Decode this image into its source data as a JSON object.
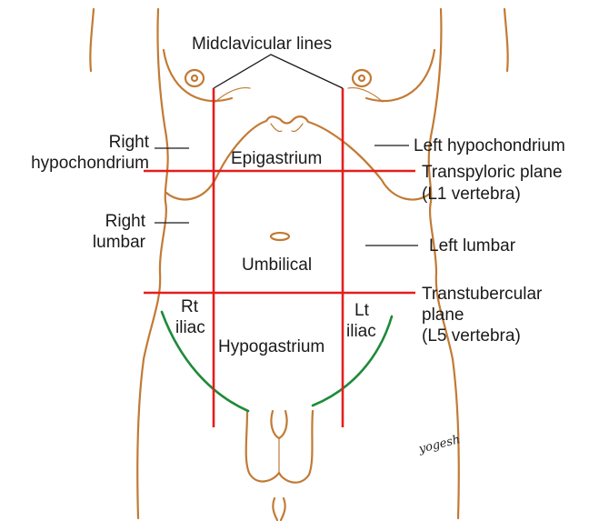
{
  "labels": {
    "midclavicular": "Midclavicular lines",
    "right_hypochondrium_1": "Right",
    "right_hypochondrium_2": "hypochondrium",
    "epigastrium": "Epigastrium",
    "left_hypochondrium": "Left hypochondrium",
    "transpyloric_1": "Transpyloric plane",
    "transpyloric_2": "(L1 vertebra)",
    "right_lumbar_1": "Right",
    "right_lumbar_2": "lumbar",
    "umbilical": "Umbilical",
    "left_lumbar": "Left lumbar",
    "transtubercular_1": "Transtubercular",
    "transtubercular_2": "plane",
    "transtubercular_3": "(L5 vertebra)",
    "rt_iliac_1": "Rt",
    "rt_iliac_2": "iliac",
    "hypogastrium": "Hypogastrium",
    "lt_iliac_1": "Lt",
    "lt_iliac_2": "iliac"
  },
  "signature": "yogesh",
  "colors": {
    "body_outline": "#c27a35",
    "plane_lines": "#e41e1e",
    "inguinal_lines": "#1f8a3a"
  }
}
